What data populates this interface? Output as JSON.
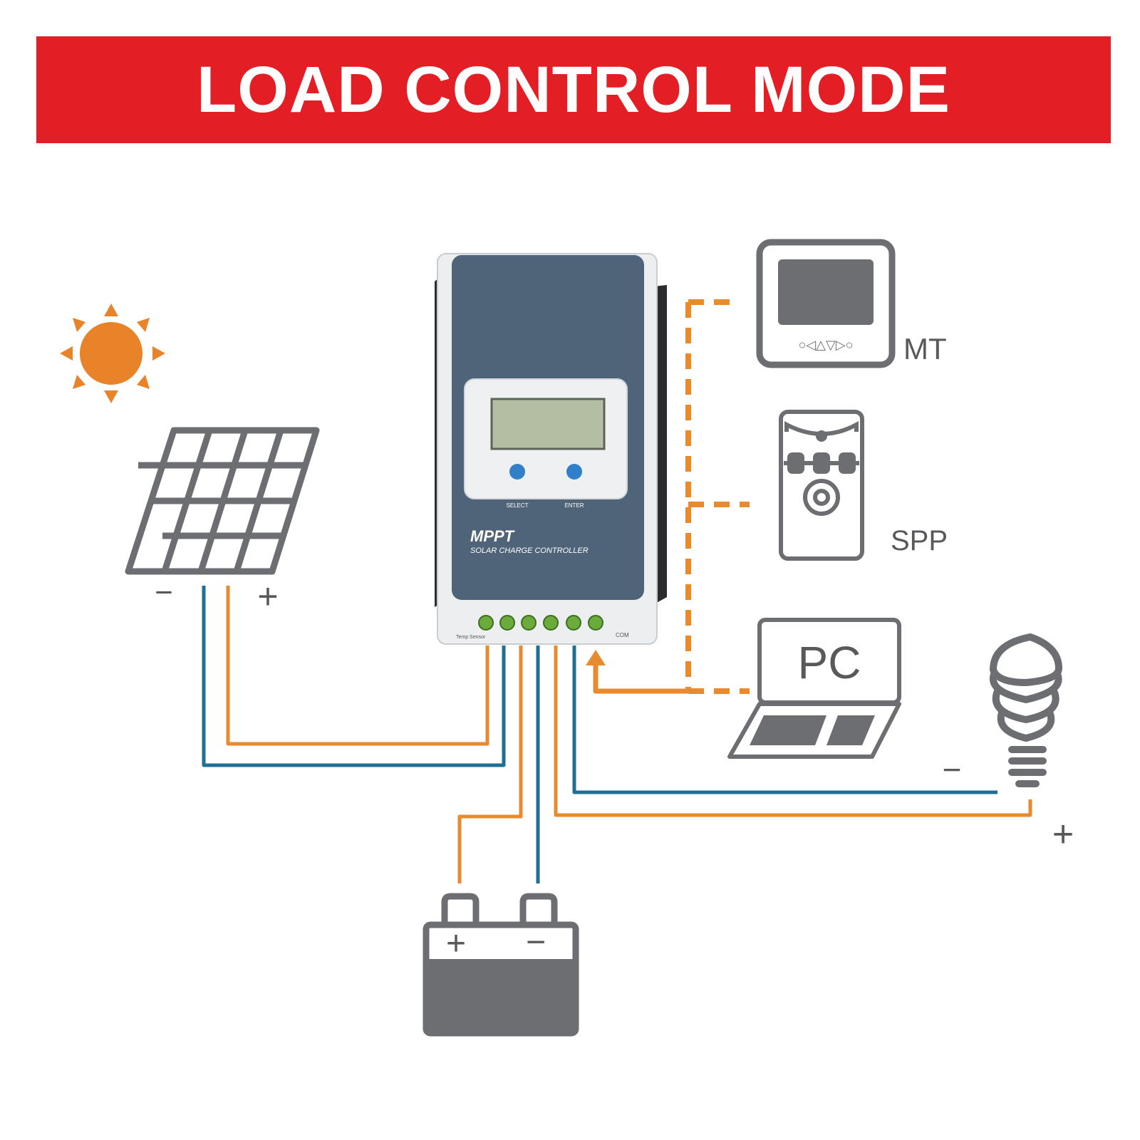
{
  "title": "LOAD CONTROL MODE",
  "colors": {
    "banner": "#e31e24",
    "positive_wire": "#e88a2e",
    "negative_wire": "#1f6e93",
    "icon_gray": "#6d6e71",
    "sun": "#e8832a",
    "controller_face": "#4f6479"
  },
  "controller": {
    "brand": "MPPT",
    "subtitle": "SOLAR CHARGE CONTROLLER",
    "buttons": [
      "SELECT",
      "ENTER"
    ],
    "ports": [
      "Temp Sensor",
      "COM"
    ]
  },
  "devices": {
    "mt": "MT",
    "spp": "SPP",
    "pc": "PC",
    "mt_keys": "○◁△▽▷○"
  },
  "polarity": {
    "panel_neg": "−",
    "panel_pos": "+",
    "battery_pos": "+",
    "battery_neg": "−",
    "load_neg": "−",
    "load_pos": "+"
  }
}
